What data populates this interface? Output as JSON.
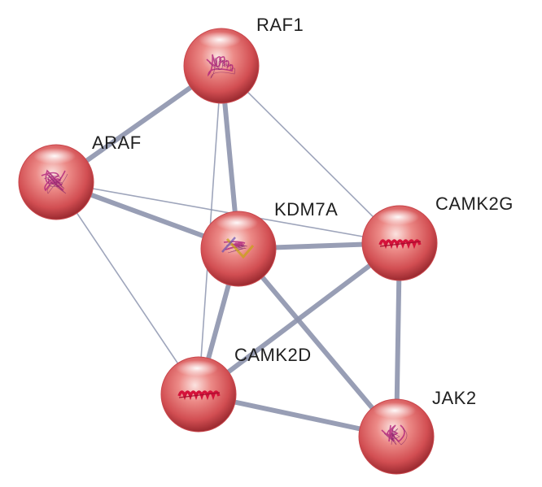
{
  "nodes": [
    {
      "id": "RAF1",
      "label": "RAF1",
      "structure": "protein-fold-icon"
    },
    {
      "id": "ARAF",
      "label": "ARAF",
      "structure": "protein-fold-icon"
    },
    {
      "id": "KDM7A",
      "label": "KDM7A",
      "structure": "protein-fold-icon"
    },
    {
      "id": "CAMK2G",
      "label": "CAMK2G",
      "structure": "helix-icon"
    },
    {
      "id": "CAMK2D",
      "label": "CAMK2D",
      "structure": "helix-icon"
    },
    {
      "id": "JAK2",
      "label": "JAK2",
      "structure": "protein-fold-icon"
    }
  ],
  "edges": [
    {
      "from": "RAF1",
      "to": "ARAF",
      "strength": "strong"
    },
    {
      "from": "RAF1",
      "to": "KDM7A",
      "strength": "strong"
    },
    {
      "from": "RAF1",
      "to": "CAMK2G",
      "strength": "thin"
    },
    {
      "from": "RAF1",
      "to": "CAMK2D",
      "strength": "thin"
    },
    {
      "from": "ARAF",
      "to": "KDM7A",
      "strength": "strong"
    },
    {
      "from": "ARAF",
      "to": "CAMK2G",
      "strength": "thin"
    },
    {
      "from": "ARAF",
      "to": "CAMK2D",
      "strength": "thin"
    },
    {
      "from": "KDM7A",
      "to": "CAMK2G",
      "strength": "strong"
    },
    {
      "from": "KDM7A",
      "to": "CAMK2D",
      "strength": "strong"
    },
    {
      "from": "KDM7A",
      "to": "JAK2",
      "strength": "strong"
    },
    {
      "from": "CAMK2G",
      "to": "CAMK2D",
      "strength": "strong"
    },
    {
      "from": "CAMK2G",
      "to": "JAK2",
      "strength": "strong"
    },
    {
      "from": "CAMK2D",
      "to": "JAK2",
      "strength": "strong"
    }
  ],
  "colors": {
    "node_fill": "#e0686a",
    "node_dark": "#a23036",
    "node_light": "#fde2e0",
    "edge_strong": "#8d94ad",
    "edge_thin": "#8e96b0"
  }
}
